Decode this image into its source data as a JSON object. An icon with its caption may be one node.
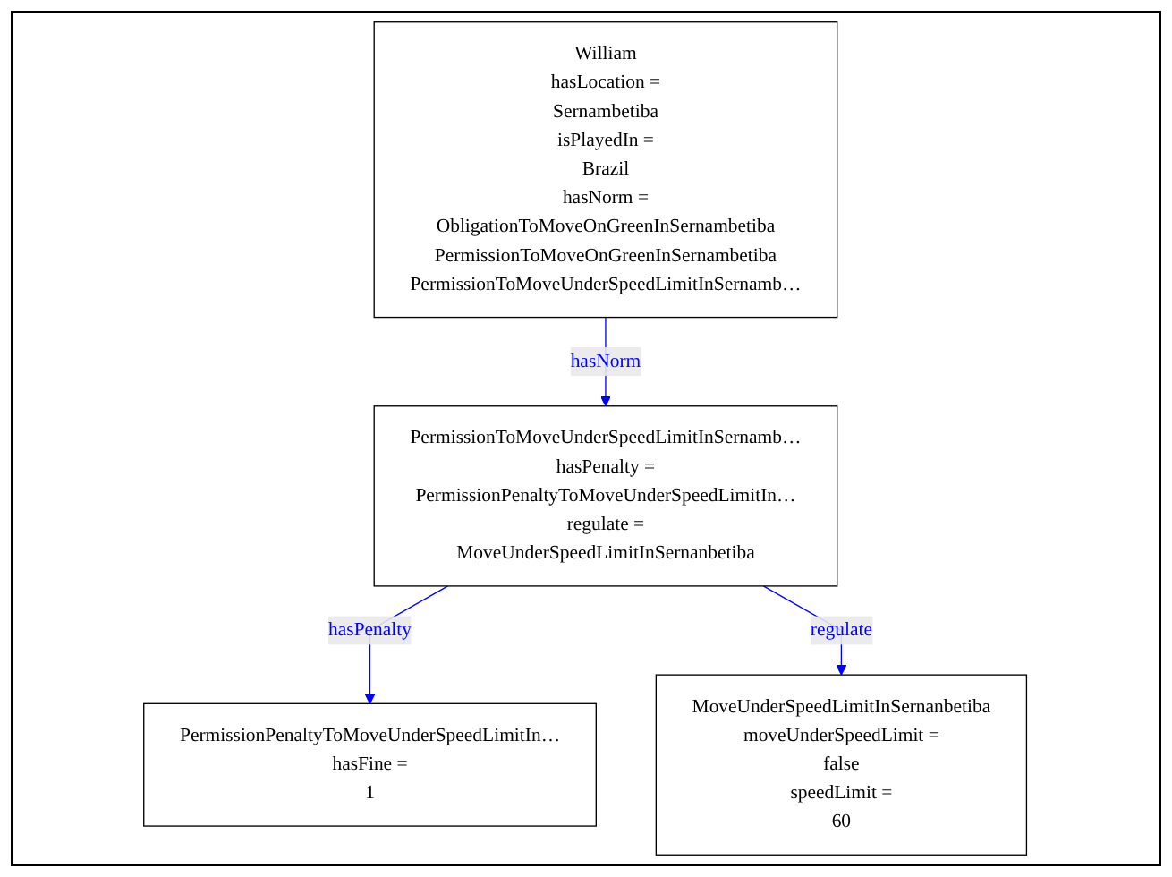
{
  "diagram": {
    "nodes": [
      {
        "text": [
          "William",
          "hasLocation =",
          "Sernambetiba",
          "isPlayedIn =",
          "Brazil",
          "hasNorm =",
          "ObligationToMoveOnGreenInSernambetiba",
          "PermissionToMoveOnGreenInSernambetiba",
          "PermissionToMoveUnderSpeedLimitInSernamb…"
        ]
      },
      {
        "text": [
          "PermissionToMoveUnderSpeedLimitInSernamb…",
          "hasPenalty =",
          "PermissionPenaltyToMoveUnderSpeedLimitIn…",
          "regulate =",
          "MoveUnderSpeedLimitInSernanbetiba"
        ]
      },
      {
        "text": [
          "PermissionPenaltyToMoveUnderSpeedLimitIn…",
          "hasFine =",
          "1"
        ]
      },
      {
        "text": [
          "MoveUnderSpeedLimitInSernanbetiba",
          "moveUnderSpeedLimit =",
          "false",
          "speedLimit =",
          "60"
        ]
      }
    ],
    "edges": [
      {
        "from": 0,
        "to": 1,
        "arrow": "to",
        "label": "hasNorm",
        "color": "#0000ff"
      },
      {
        "from": 1,
        "to": 2,
        "arrow": "to",
        "label": "hasPenalty",
        "color": "#0000ff"
      },
      {
        "from": 1,
        "to": 3,
        "arrow": "to",
        "label": "regulate",
        "color": "#0000ff"
      }
    ]
  }
}
